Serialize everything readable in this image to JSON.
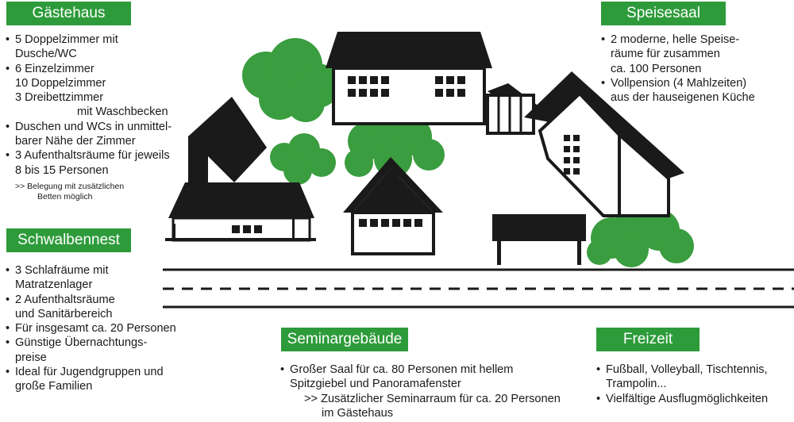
{
  "gaestehaus": {
    "title": "Gästehaus",
    "items": [
      {
        "lines": [
          "5 Doppelzimmer mit",
          "Dusche/WC"
        ]
      },
      {
        "lines": [
          "6 Einzelzimmer",
          "10 Doppelzimmer",
          "3 Dreibettzimmer",
          "mit Waschbecken"
        ]
      },
      {
        "lines": [
          "Duschen und WCs in unmittel-",
          "barer Nähe der Zimmer"
        ]
      },
      {
        "lines": [
          "3 Aufenthaltsräume für jeweils",
          "8 bis 15 Personen"
        ]
      }
    ],
    "note_line1": ">> Belegung mit zusätzlichen",
    "note_line2": "Betten möglich"
  },
  "schwalbennest": {
    "title": "Schwalbennest",
    "items": [
      {
        "lines": [
          "3 Schlafräume mit",
          "Matratzenlager"
        ]
      },
      {
        "lines": [
          "2 Aufenthaltsräume",
          "und Sanitärbereich"
        ]
      },
      {
        "lines": [
          "Für insgesamt ca. 20 Personen"
        ]
      },
      {
        "lines": [
          "Günstige Übernachtungs-",
          "preise"
        ]
      },
      {
        "lines": [
          "Ideal für Jugendgruppen und",
          "große Familien"
        ]
      }
    ]
  },
  "speisesaal": {
    "title": "Speisesaal",
    "items": [
      {
        "lines": [
          "2 moderne, helle Speise-",
          "räume für zusammen",
          "ca. 100 Personen"
        ]
      },
      {
        "lines": [
          "Vollpension (4 Mahlzeiten)",
          "aus der hauseigenen Küche"
        ]
      }
    ]
  },
  "seminargebaeude": {
    "title": "Seminargebäude",
    "items": [
      {
        "lines": [
          "Großer Saal für ca. 80 Personen mit hellem",
          "Spitzgiebel und Panoramafenster"
        ]
      }
    ],
    "extra_line1": ">> Zusätzlicher Seminarraum für ca. 20 Personen",
    "extra_line2": "im Gästehaus"
  },
  "freizeit": {
    "title": "Freizeit",
    "items": [
      {
        "lines": [
          "Fußball, Volleyball, Tischtennis,",
          "Trampolin..."
        ]
      },
      {
        "lines": [
          "Vielfältige Ausflugmöglichkeiten"
        ]
      }
    ]
  },
  "colors": {
    "accent": "#2e9b3b",
    "tree": "#3a9d3f",
    "building": "#1a1a1a"
  }
}
